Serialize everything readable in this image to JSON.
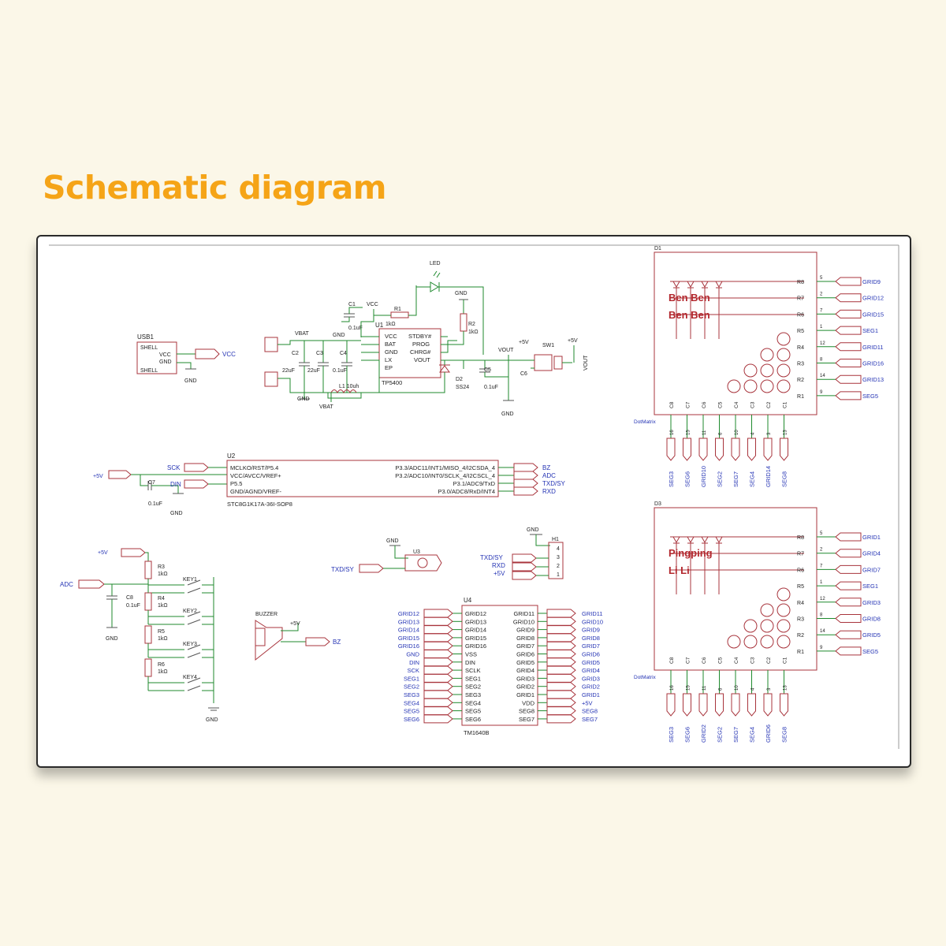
{
  "page": {
    "title": "Schematic diagram"
  },
  "power": {
    "usb": {
      "ref": "USB1",
      "pins": [
        "SHELL",
        "VCC",
        "GND",
        "SHELL"
      ],
      "vcc": "VCC",
      "gnd": "GND"
    },
    "vbat_top": "VBAT",
    "vbat_bottom": "VBAT",
    "c2": {
      "ref": "C2",
      "val": "22uF"
    },
    "c3": {
      "ref": "C3",
      "val": "22uF"
    },
    "c4": {
      "ref": "C4",
      "val": "0.1uF"
    },
    "c1": {
      "ref": "C1",
      "val": "0.1uF"
    },
    "vcc": "VCC",
    "r1": {
      "ref": "R1",
      "val": "1kΩ"
    },
    "u1": {
      "ref": "U1",
      "part": "TP5400",
      "left_pins": [
        "VCC",
        "BAT",
        "GND",
        "LX",
        "EP"
      ],
      "right_pins": [
        "STDBY#",
        "PROG",
        "CHRG#",
        "VOUT"
      ]
    },
    "led": "LED",
    "gnd": "GND",
    "r2": {
      "ref": "R2",
      "val": "1kΩ"
    },
    "l1": "L1 10uh",
    "d2": {
      "ref": "D2",
      "part": "SS24"
    },
    "c5": {
      "ref": "C5",
      "val": "0.1uF"
    },
    "vout": "VOUT",
    "plus5": "+5V",
    "sw1": "SW1",
    "c6": "C6",
    "vout_right": "VOUT"
  },
  "mcu": {
    "ref": "U2",
    "part": "STC8G1K17A-36I-SOP8",
    "left_pins": [
      "MCLKO/RST/P5.4",
      "VCC/AVCC/VREF+",
      "P5.5",
      "GND/AGND/VREF-"
    ],
    "right_pins": [
      "P3.3/ADC11/INT1/MISO_4/I2CSDA_4",
      "P3.2/ADC10/INT0/SCLK_4/I2CSCL_4",
      "P3.1/ADC9/TxD",
      "P3.0/ADC8/RxD/INT4"
    ],
    "left_nets": [
      "SCK",
      "+5V",
      "DIN"
    ],
    "right_nets": [
      "BZ",
      "ADC",
      "TXD/SY",
      "RXD"
    ],
    "c7": {
      "ref": "C7",
      "val": "0.1uF"
    },
    "gnd": "GND"
  },
  "keys": {
    "plus5": "+5V",
    "adc": "ADC",
    "c8": {
      "ref": "C8",
      "val": "0.1uF"
    },
    "gnd": "GND",
    "resistors": [
      {
        "ref": "R3",
        "val": "1kΩ"
      },
      {
        "ref": "R4",
        "val": "1kΩ"
      },
      {
        "ref": "R5",
        "val": "1kΩ"
      },
      {
        "ref": "R6",
        "val": "1kΩ"
      }
    ],
    "switches": [
      "KEY1",
      "KEY2",
      "KEY3",
      "KEY4"
    ]
  },
  "buzzer": {
    "ref": "BUZZER",
    "plus5": "+5V",
    "net": "BZ"
  },
  "u3": {
    "ref": "U3",
    "gnd": "GND",
    "net": "TXD/SY"
  },
  "header": {
    "ref": "H1",
    "gnd": "GND",
    "nets": [
      "TXD/SY",
      "RXD",
      "+5V"
    ],
    "pins": [
      "4",
      "3",
      "2",
      "1"
    ]
  },
  "driver": {
    "ref": "U4",
    "part": "TM1640B",
    "left_nets": [
      "GRID12",
      "GRID13",
      "GRID14",
      "GRID15",
      "GRID16",
      "GND",
      "DIN",
      "SCK",
      "SEG1",
      "SEG2",
      "SEG3",
      "SEG4",
      "SEG5",
      "SEG6"
    ],
    "left_pins": [
      "GRID12",
      "GRID13",
      "GRID14",
      "GRID15",
      "GRID16",
      "VSS",
      "DIN",
      "SCLK",
      "SEG1",
      "SEG2",
      "SEG3",
      "SEG4",
      "SEG5",
      "SEG6"
    ],
    "right_pins": [
      "GRID11",
      "GRID10",
      "GRID9",
      "GRID8",
      "GRID7",
      "GRID6",
      "GRID5",
      "GRID4",
      "GRID3",
      "GRID2",
      "GRID1",
      "VDD",
      "SEG8",
      "SEG7"
    ],
    "right_nets": [
      "GRID11",
      "GRID10",
      "GRID9",
      "GRID8",
      "GRID7",
      "GRID6",
      "GRID5",
      "GRID4",
      "GRID3",
      "GRID2",
      "GRID1",
      "+5V",
      "SEG8",
      "SEG7"
    ]
  },
  "matrix1": {
    "ref": "D1",
    "label": "DotMatrix",
    "overlay": [
      "Ben Ben",
      "Ben Ben"
    ],
    "rows": [
      "R8",
      "R7",
      "R6",
      "R5",
      "R4",
      "R3",
      "R2",
      "R1"
    ],
    "row_pins": [
      "5",
      "2",
      "7",
      "1",
      "12",
      "8",
      "14",
      "9"
    ],
    "row_nets": [
      "GRID9",
      "GRID12",
      "GRID15",
      "SEG1",
      "GRID11",
      "GRID16",
      "GRID13",
      "SEG5"
    ],
    "cols": [
      "C8",
      "C7",
      "C6",
      "C5",
      "C4",
      "C3",
      "C2",
      "C1"
    ],
    "col_pins": [
      "16",
      "15",
      "11",
      "6",
      "10",
      "4",
      "3",
      "13"
    ],
    "col_nets": [
      "SEG3",
      "SEG6",
      "GRID10",
      "SEG2",
      "SEG7",
      "SEG4",
      "GRID14",
      "SEG8"
    ]
  },
  "matrix2": {
    "ref": "D3",
    "label": "DotMatrix",
    "overlay": [
      "Pingping",
      "Li Li"
    ],
    "rows": [
      "R8",
      "R7",
      "R6",
      "R5",
      "R4",
      "R3",
      "R2",
      "R1"
    ],
    "row_pins": [
      "5",
      "2",
      "7",
      "1",
      "12",
      "8",
      "14",
      "9"
    ],
    "row_nets": [
      "GRID1",
      "GRID4",
      "GRID7",
      "SEG1",
      "GRID3",
      "GRID8",
      "GRID5",
      "SEG5"
    ],
    "cols": [
      "C8",
      "C7",
      "C6",
      "C5",
      "C4",
      "C3",
      "C2",
      "C1"
    ],
    "col_pins": [
      "16",
      "15",
      "11",
      "6",
      "10",
      "4",
      "3",
      "13"
    ],
    "col_nets": [
      "SEG3",
      "SEG6",
      "GRID2",
      "SEG2",
      "SEG7",
      "SEG4",
      "GRID6",
      "SEG8"
    ]
  },
  "colors": {
    "title": "#f5a417",
    "wire": "#1f8a2e",
    "part": "#a8343c",
    "net": "#2433b4",
    "background": "#fbf7e8"
  }
}
